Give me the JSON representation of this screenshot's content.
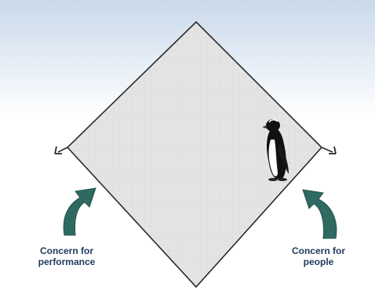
{
  "diagram": {
    "left_label": "Concern for performance",
    "left_label_lines": [
      "Concern for",
      "performance"
    ],
    "right_label": "Concern for people",
    "right_label_lines": [
      "Concern for",
      "people"
    ],
    "colors": {
      "sky_top": "#c9d9eb",
      "diamond_fill": "#e4e4e4",
      "diamond_edge": "#2a2a2a",
      "arrow_fill": "#2f6a62",
      "label_text": "#1f3a5c"
    },
    "icons": [
      "penguin-icon",
      "curved-arrow-icon",
      "axis-arrowhead-icon"
    ]
  }
}
